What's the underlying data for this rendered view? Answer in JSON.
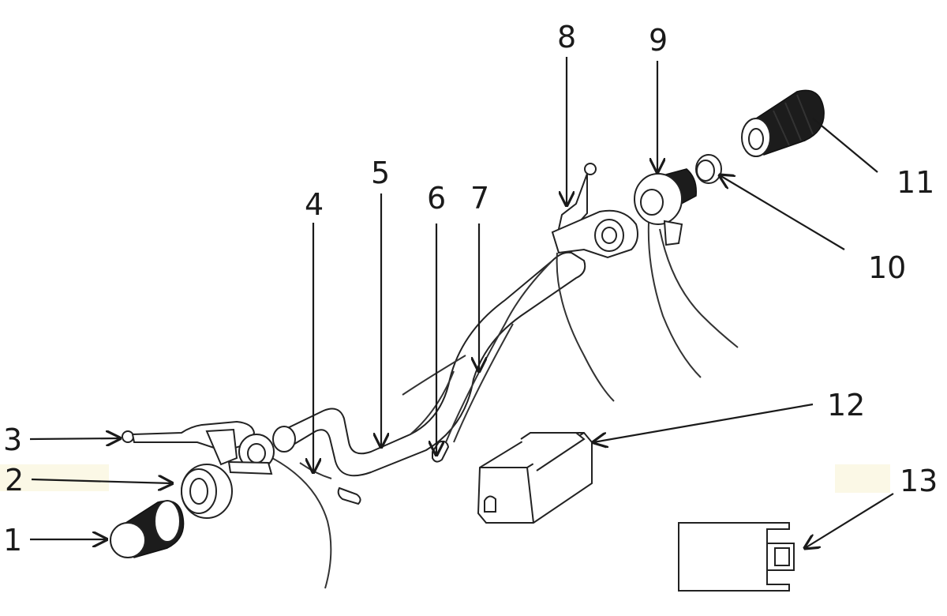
{
  "labels": {
    "l1": "1",
    "l2": "2",
    "l3": "3",
    "l4": "4",
    "l5": "5",
    "l6": "6",
    "l7": "7",
    "l8": "8",
    "l9": "9",
    "l10": "10",
    "l11": "11",
    "l12": "12",
    "l13": "13"
  },
  "colors": {
    "ink": "#1a1a1a",
    "highlight": "#fbf8e6",
    "grip": "#1c1c1c"
  }
}
